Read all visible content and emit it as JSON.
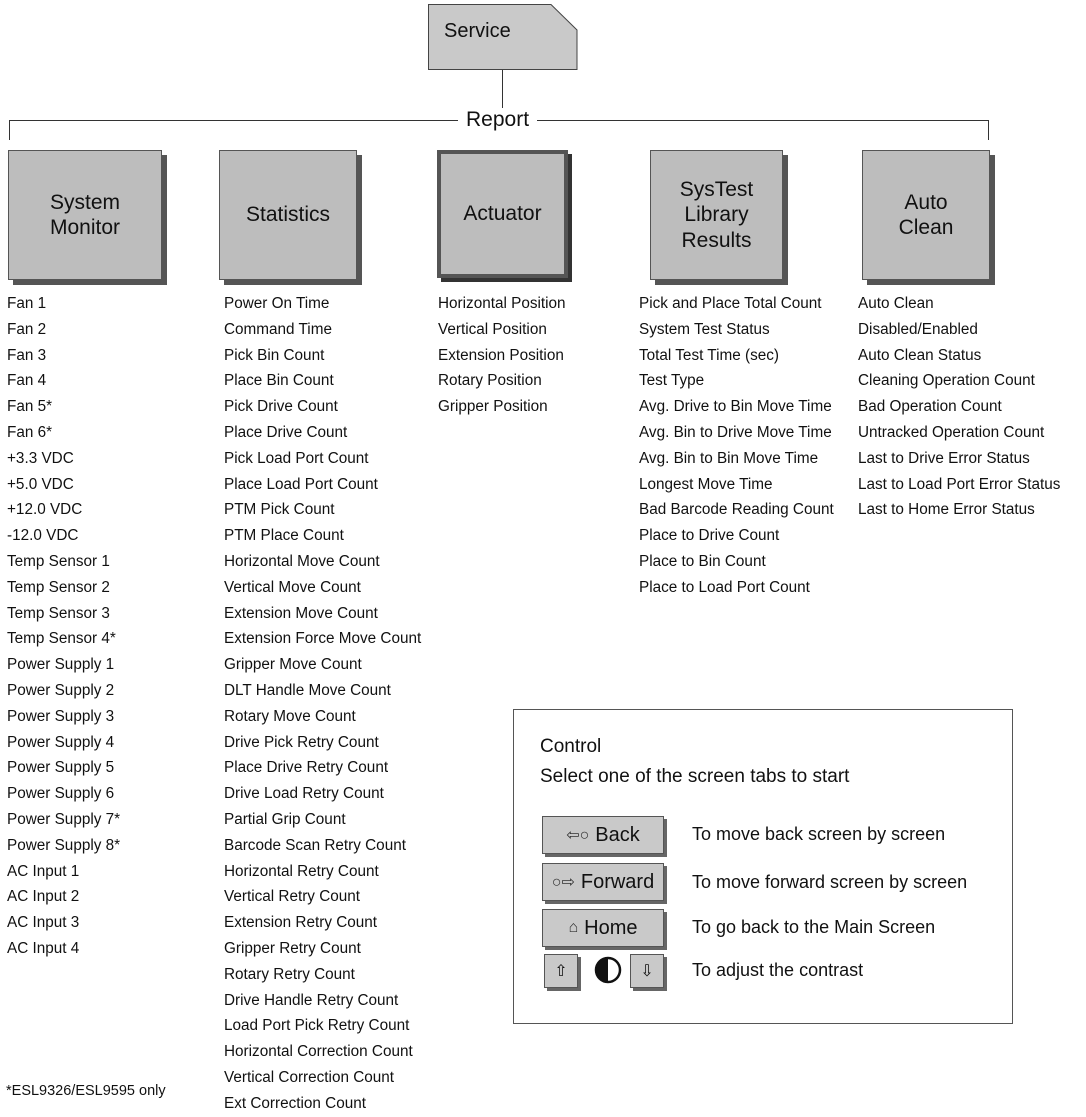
{
  "service": "Service",
  "report": "Report",
  "tabs": [
    {
      "label": "System\nMonitor"
    },
    {
      "label": "Statistics"
    },
    {
      "label": "Actuator"
    },
    {
      "label": "SysTest\nLibrary\nResults"
    },
    {
      "label": "Auto\nClean"
    }
  ],
  "columns": [
    [
      "Fan 1",
      "Fan 2",
      "Fan 3",
      "Fan 4",
      "Fan 5*",
      "Fan 6*",
      "+3.3 VDC",
      "+5.0 VDC",
      "+12.0 VDC",
      "-12.0 VDC",
      "Temp Sensor 1",
      "Temp Sensor 2",
      "Temp Sensor 3",
      "Temp Sensor 4*",
      "Power Supply 1",
      "Power Supply 2",
      "Power Supply 3",
      "Power Supply 4",
      "Power Supply 5",
      "Power Supply 6",
      "Power Supply 7*",
      "Power Supply 8*",
      "AC Input 1",
      "AC Input 2",
      "AC Input 3",
      "AC Input 4"
    ],
    [
      "Power On Time",
      "Command Time",
      "Pick Bin Count",
      "Place Bin Count",
      "Pick Drive Count",
      "Place Drive Count",
      "Pick Load Port Count",
      "Place Load Port Count",
      "PTM Pick Count",
      "PTM Place Count",
      "Horizontal Move Count",
      "Vertical Move Count",
      "Extension Move Count",
      "Extension Force Move Count",
      "Gripper Move Count",
      "DLT Handle Move Count",
      "Rotary Move Count",
      "Drive Pick Retry Count",
      "Place Drive Retry Count",
      "Drive Load Retry Count",
      "Partial Grip Count",
      "Barcode Scan Retry Count",
      "Horizontal Retry Count",
      "Vertical Retry Count",
      "Extension Retry Count",
      "Gripper Retry Count",
      "Rotary Retry Count",
      "Drive Handle Retry Count",
      "Load Port Pick Retry Count",
      "Horizontal Correction Count",
      "Vertical Correction Count",
      "Ext Correction Count"
    ],
    [
      "Horizontal Position",
      "Vertical Position",
      "Extension Position",
      "Rotary Position",
      "Gripper Position"
    ],
    [
      "Pick and Place Total Count",
      "System Test Status",
      "Total Test Time (sec)",
      "Test Type",
      "Avg. Drive to Bin Move Time",
      "Avg. Bin to Drive Move Time",
      "Avg. Bin to Bin Move Time",
      "Longest Move Time",
      "Bad Barcode Reading Count",
      "Place to Drive Count",
      "Place to Bin Count",
      "Place to Load Port Count"
    ],
    [
      "Auto Clean",
      "Disabled/Enabled",
      "Auto Clean Status",
      "Cleaning Operation Count",
      "Bad Operation Count",
      "Untracked Operation Count",
      "Last to Drive Error Status",
      "Last to Load Port Error Status",
      "Last to Home Error Status"
    ]
  ],
  "footnote": "*ESL9326/ESL9595 only",
  "control": {
    "title": "Control",
    "subtitle": "Select one of the screen tabs to start",
    "back_label": "Back",
    "back_desc": "To move back screen by screen",
    "forward_label": "Forward",
    "forward_desc": "To move forward screen by screen",
    "home_label": "Home",
    "home_desc": "To go back to the Main Screen",
    "contrast_desc": "To adjust the contrast"
  }
}
